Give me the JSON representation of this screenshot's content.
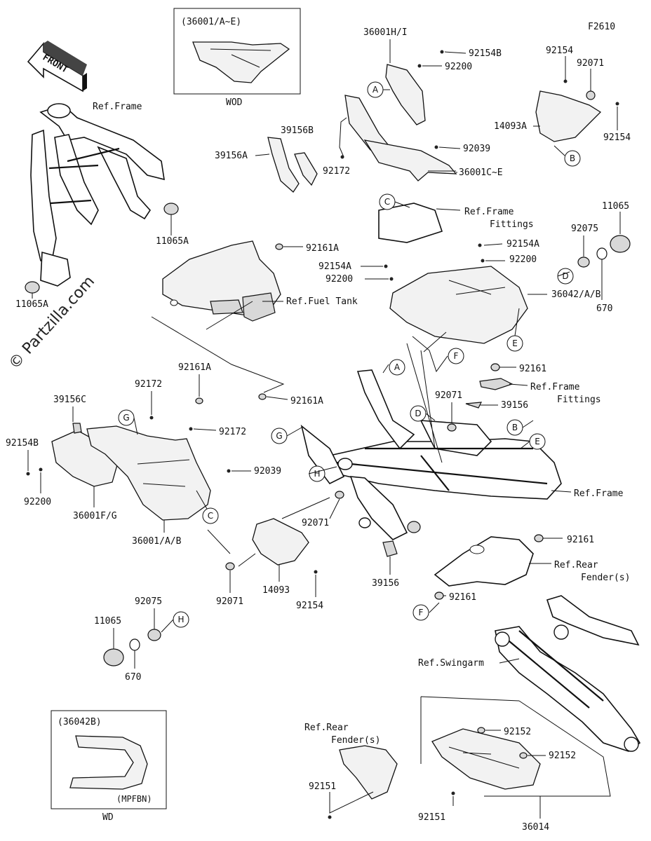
{
  "figure_code": "F2610",
  "watermark": "© Partzilla.com",
  "front_arrow": "FRONT",
  "inset_top": {
    "title": "(36001/A~E)",
    "caption": "WOD"
  },
  "inset_bottom": {
    "title": "(36042B)",
    "tag": "(MPFBN)",
    "caption": "WD"
  },
  "labels": {
    "ref_frame_top": "Ref.Frame",
    "p11065A_1": "11065A",
    "p11065A_2": "11065A",
    "p36001HI": "36001H/I",
    "p92154B_top": "92154B",
    "p92200_top": "92200",
    "p39156B": "39156B",
    "p39156A": "39156A",
    "p92039_top": "92039",
    "p36001CE": "36001C~E",
    "p92172_top": "92172",
    "ref_frame_fittings_1a": "Ref.Frame",
    "ref_frame_fittings_1b": "Fittings",
    "p92154_tr": "92154",
    "p92071_tr": "92071",
    "p14093A": "14093A",
    "p92154_tr2": "92154",
    "p11065_tr": "11065",
    "p92075_tr": "92075",
    "p670_tr": "670",
    "p92161A_1": "92161A",
    "ref_fuel_tank": "Ref.Fuel Tank",
    "p92154A_1": "92154A",
    "p92200_mid1": "92200",
    "p92154A_2": "92154A",
    "p92200_mid2": "92200",
    "p36042AB": "36042/A/B",
    "p92161_mid": "92161",
    "ref_frame_fittings_2a": "Ref.Frame",
    "ref_frame_fittings_2b": "Fittings",
    "p92161A_2": "92161A",
    "p92161A_3": "92161A",
    "p92172_l": "92172",
    "p39156C": "39156C",
    "p92172_l2": "92172",
    "p92154B_l": "92154B",
    "p92200_l": "92200",
    "p36001FG": "36001F/G",
    "p92039_l": "92039",
    "p36001AB": "36001/A/B",
    "p92071_mid": "92071",
    "p39156_mid": "39156",
    "ref_frame_main": "Ref.Frame",
    "p92071_mid2": "92071",
    "p92071_low": "92071",
    "p14093": "14093",
    "p92154_low": "92154",
    "p39156_low": "39156",
    "p92161_low1": "92161",
    "ref_rear_fender_1a": "Ref.Rear",
    "ref_rear_fender_1b": "Fender(s)",
    "p92161_low2": "92161",
    "p92075_l": "92075",
    "p11065_l": "11065",
    "p670_l": "670",
    "ref_swingarm": "Ref.Swingarm",
    "ref_rear_fender_2a": "Ref.Rear",
    "ref_rear_fender_2b": "Fender(s)",
    "p92152_1": "92152",
    "p92152_2": "92152",
    "p92151_1": "92151",
    "p92151_2": "92151",
    "p36014": "36014"
  },
  "callouts": {
    "A": "A",
    "B": "B",
    "C": "C",
    "D": "D",
    "E": "E",
    "F": "F",
    "G": "G",
    "H": "H"
  }
}
